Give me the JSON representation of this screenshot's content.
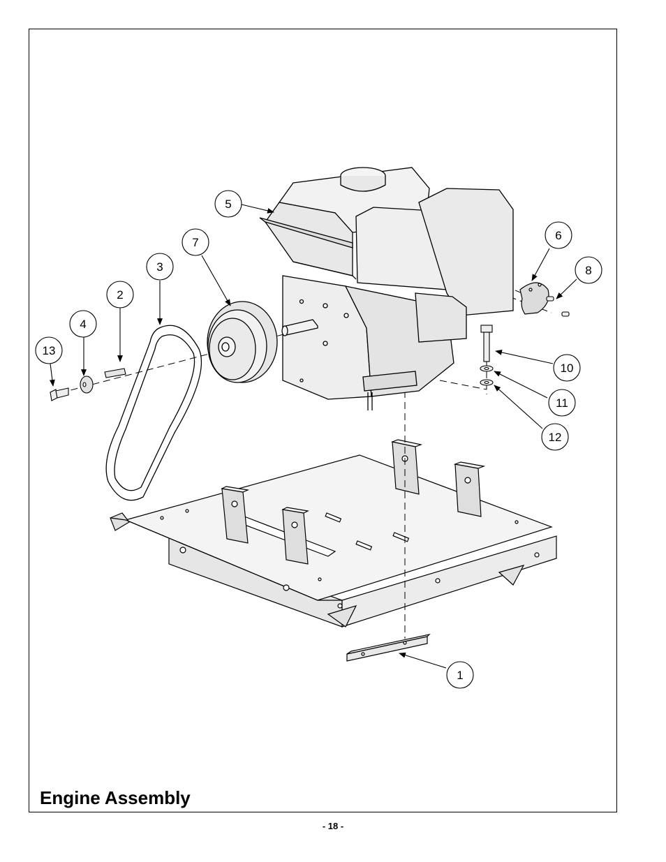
{
  "page": {
    "title": "Engine Assembly",
    "page_number": "- 18 -"
  },
  "callouts": [
    {
      "id": "c1",
      "label": "1"
    },
    {
      "id": "c2",
      "label": "2"
    },
    {
      "id": "c3",
      "label": "3"
    },
    {
      "id": "c4",
      "label": "4"
    },
    {
      "id": "c5",
      "label": "5"
    },
    {
      "id": "c6",
      "label": "6"
    },
    {
      "id": "c7",
      "label": "7"
    },
    {
      "id": "c8",
      "label": "8"
    },
    {
      "id": "c10",
      "label": "10"
    },
    {
      "id": "c11",
      "label": "11"
    },
    {
      "id": "c12",
      "label": "12"
    },
    {
      "id": "c13",
      "label": "13"
    }
  ],
  "colors": {
    "line": "#000000",
    "part_fill": "#f4f4f4",
    "shade_fill": "#dedede"
  }
}
